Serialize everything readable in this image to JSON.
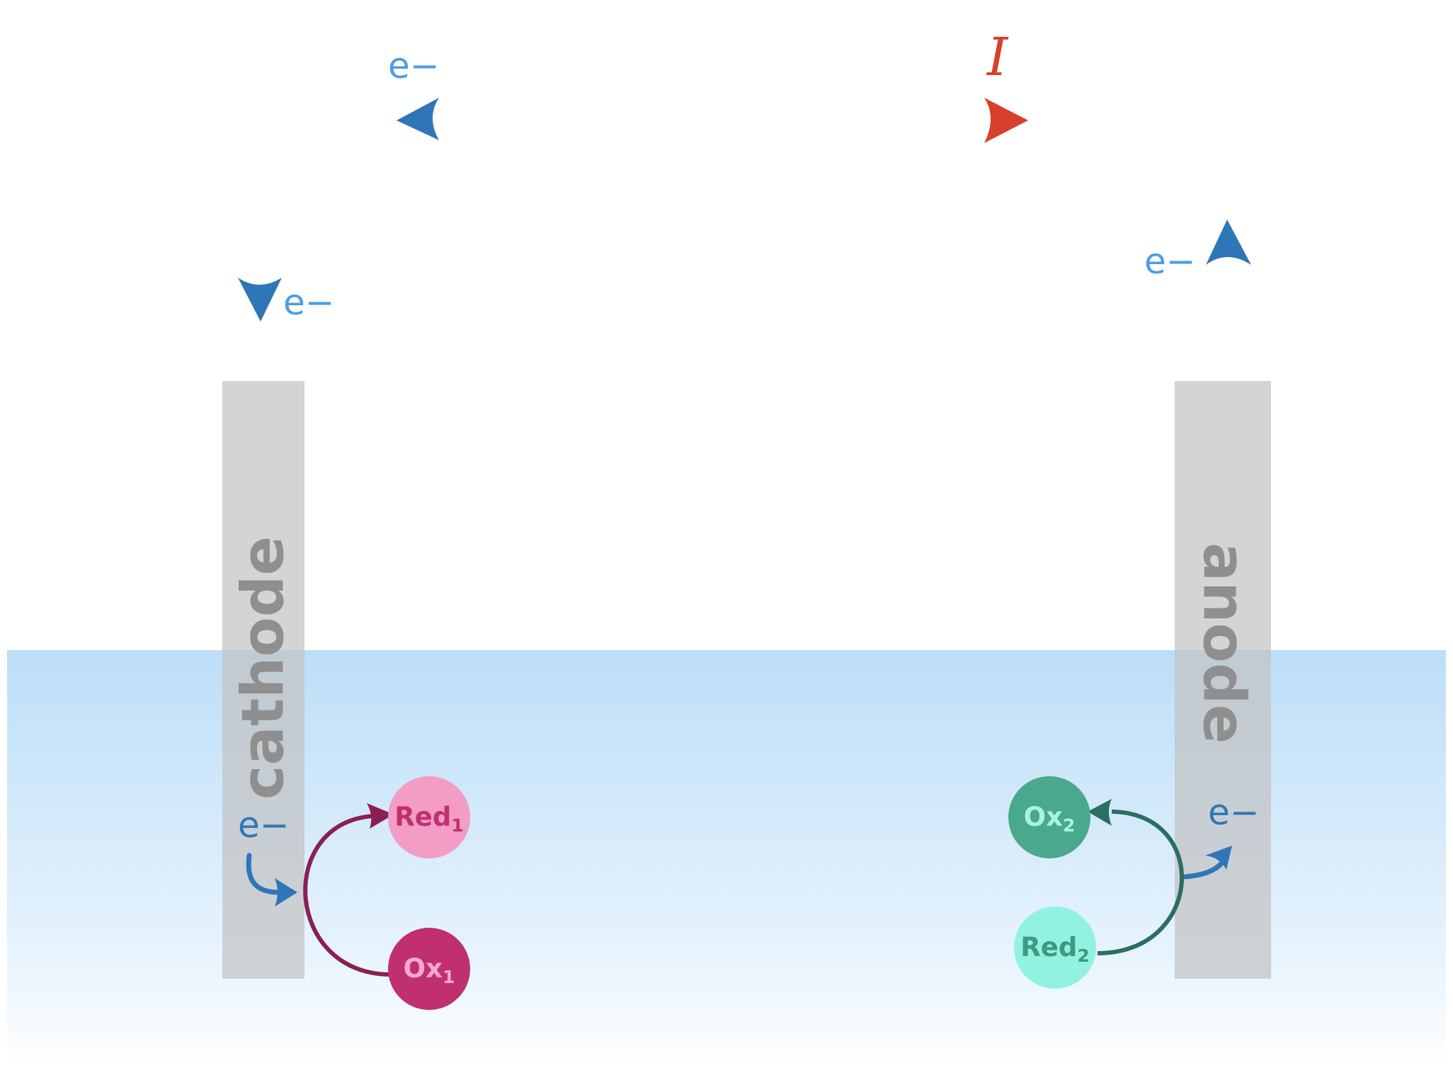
{
  "current_label": "I",
  "electron_label": "e−",
  "electrodes": {
    "cathode": "cathode",
    "anode": "anode"
  },
  "species": {
    "red1": {
      "base": "Red",
      "sub": "1"
    },
    "ox1": {
      "base": "Ox",
      "sub": "1"
    },
    "ox2": {
      "base": "Ox",
      "sub": "2"
    },
    "red2": {
      "base": "Red",
      "sub": "2"
    }
  },
  "colors": {
    "electron_text": "#4a9ee6",
    "electron_arrow": "#2f76b8",
    "current": "#d9402b",
    "electrode": "#d3d3d3",
    "electrode_text": "#8f8f8f",
    "solution_top": "#bcdef7",
    "solution_bottom": "#ffffff",
    "red1_fill": "#f29cc6",
    "red1_text": "#c0306f",
    "ox1_fill": "#c03070",
    "ox1_text": "#f6a9cc",
    "cycle1_arrow": "#8a1f52",
    "ox2_fill": "#4aa88d",
    "ox2_text": "#a8f3df",
    "red2_fill": "#92f2e2",
    "red2_text": "#3c9a80",
    "cycle2_arrow": "#2b6e62"
  }
}
